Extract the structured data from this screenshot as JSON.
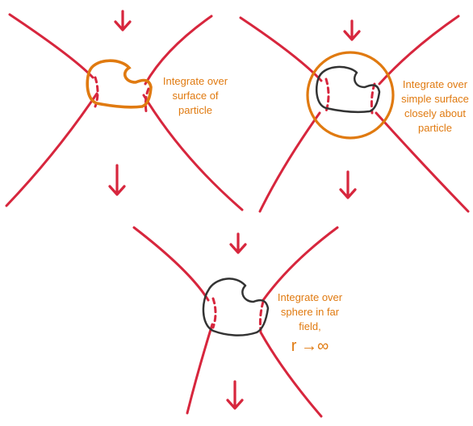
{
  "colors": {
    "field_line": "#d7263d",
    "particle_outline": "#333333",
    "integration_surface": "#e07a10",
    "label_text": "#e07a10"
  },
  "panels": [
    {
      "label_lines": [
        "Integrate over",
        "surface of",
        "particle"
      ]
    },
    {
      "label_lines": [
        "Integrate over",
        "simple surface",
        "closely about",
        "particle"
      ]
    },
    {
      "label_lines": [
        "Integrate over",
        "sphere in far",
        "field,"
      ],
      "label_formula": "r →∞"
    }
  ],
  "icons": [
    "down-arrow-icon"
  ]
}
